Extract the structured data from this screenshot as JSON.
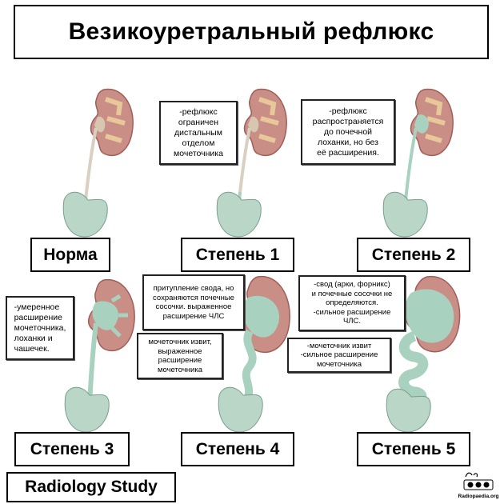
{
  "title": "Везикоуретральный рефлюкс",
  "colors": {
    "kidney_cortex": "#c98f86",
    "kidney_dark": "#a15d58",
    "pyramid": "#e8c89a",
    "urine": "#a8d2bf",
    "bladder": "#b9d6c6",
    "ureter": "#d9d0c2"
  },
  "grades": [
    {
      "label": "Норма",
      "note": ""
    },
    {
      "label": "Степень 1",
      "note": "-рефлюкс\nограничен\nдистальным\nотделом\nмочеточника"
    },
    {
      "label": "Степень 2",
      "note": "-рефлюкс\nраспространяется\nдо почечной\nлоханки, но без\nеё расширения."
    },
    {
      "label": "Степень 3",
      "note": "-умеренное\nрасширение\nмочеточника,\nлоханки и\nчашечек."
    },
    {
      "label": "Степень 4",
      "note": "притупление свода, но\nсохраняются почечные\nсосочки. выраженное\nрасширение ЧЛС",
      "note2": "мочеточник извит,\nвыраженное\nрасширение\nмочеточника"
    },
    {
      "label": "Степень 5",
      "note": "-свод (арки, форникс)\nи почечные сосочки не\nопределяются.\n-сильное расширение\nЧЛС.",
      "note2": "-мочеточник извит\n-сильное расширение\nмочеточника"
    }
  ],
  "footer": {
    "study": "Radiology Study",
    "logo_text": "Radiopaedia.org"
  }
}
